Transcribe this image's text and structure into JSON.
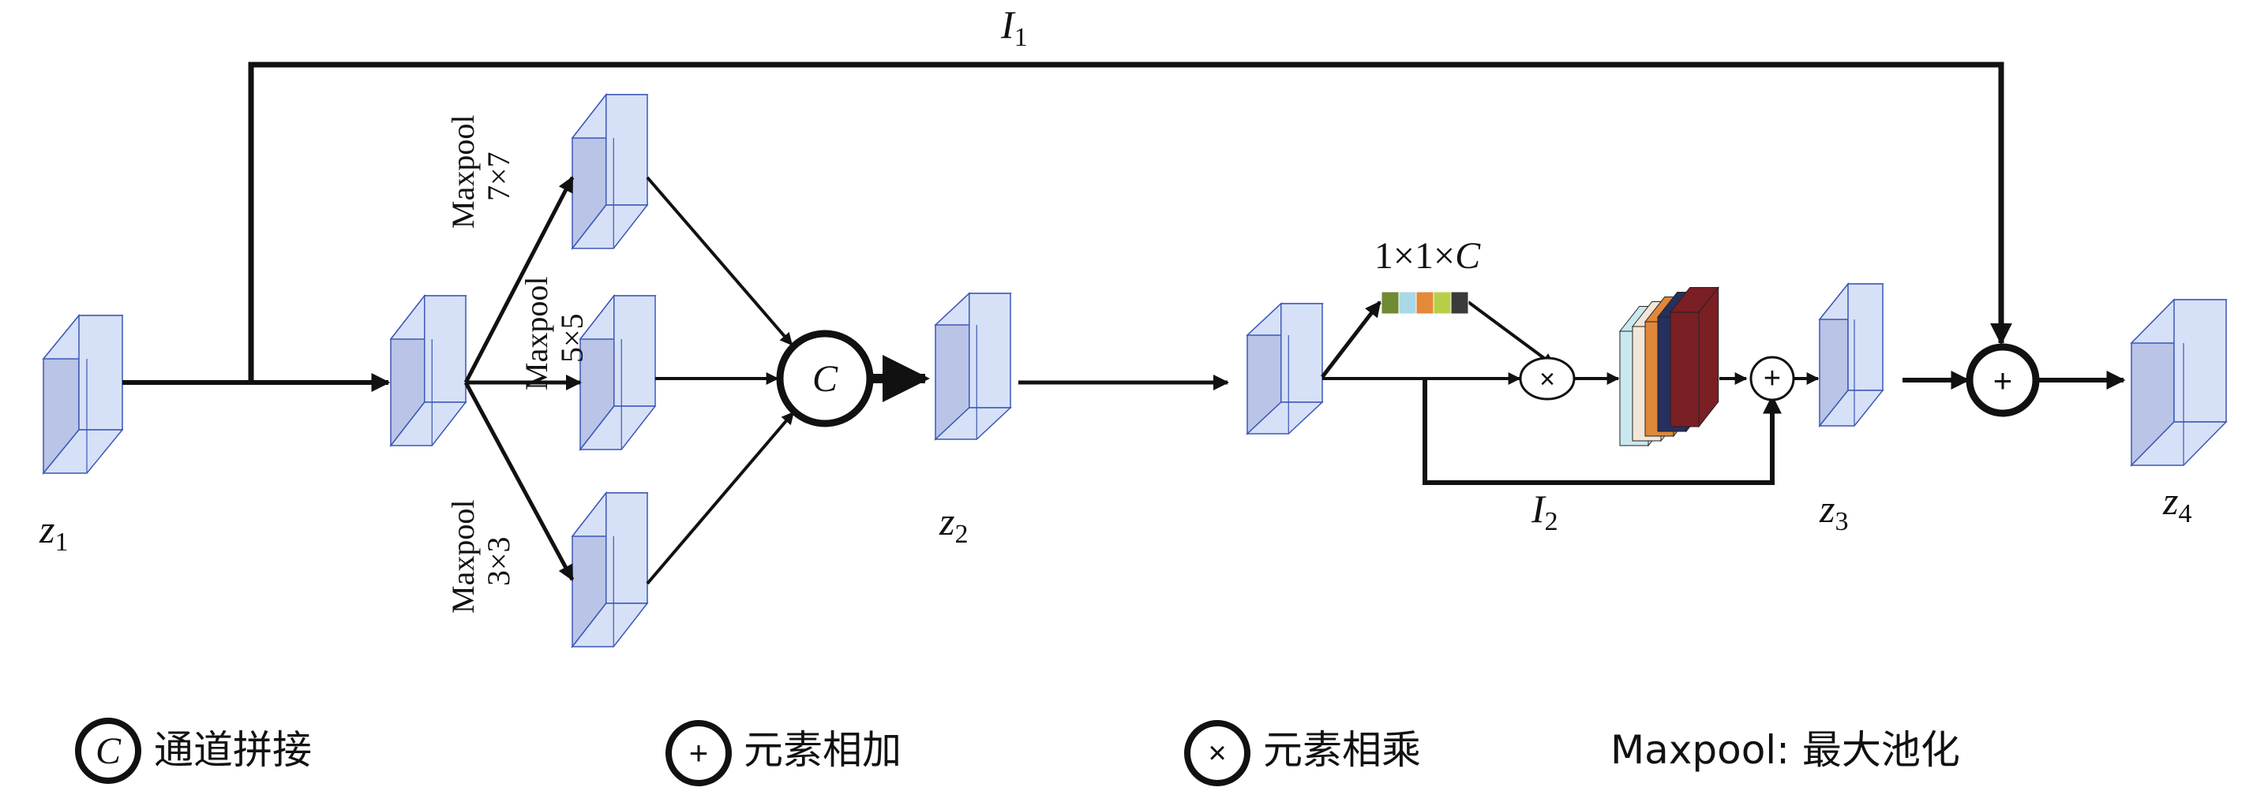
{
  "labels": {
    "z1": {
      "base": "z",
      "sub": "1"
    },
    "z2": {
      "base": "z",
      "sub": "2"
    },
    "z3": {
      "base": "z",
      "sub": "3"
    },
    "z4": {
      "base": "z",
      "sub": "4"
    },
    "I1": {
      "base": "I",
      "sub": "1"
    },
    "I2": {
      "base": "I",
      "sub": "2"
    }
  },
  "pools": {
    "p7": {
      "name": "Maxpool",
      "size": "7×7"
    },
    "p5": {
      "name": "Maxpool",
      "size": "5×5"
    },
    "p3": {
      "name": "Maxpool",
      "size": "3×3"
    }
  },
  "channel_dim": {
    "prefix": "1×1×",
    "var": "C"
  },
  "operators": {
    "concat": "C",
    "add": "+",
    "mul": "×"
  },
  "channel_colors": [
    "#6f8a32",
    "#a9d9e6",
    "#e3893a",
    "#b7cf48",
    "#3b3b3b"
  ],
  "stack_colors": [
    "#c9e9ee",
    "#f3e6d8",
    "#e0883a",
    "#26305e",
    "#7a1f24"
  ],
  "cube_colors": {
    "front": "#d6e1f7",
    "side": "#b9c4e6",
    "edge": "#3c57b8"
  },
  "legend": {
    "concat": {
      "symbol": "C",
      "text": "通道拼接"
    },
    "add": {
      "symbol": "+",
      "text": "元素相加"
    },
    "mul": {
      "symbol": "×",
      "text": "元素相乘"
    },
    "maxpool": {
      "text": "Maxpool: 最大池化"
    }
  }
}
